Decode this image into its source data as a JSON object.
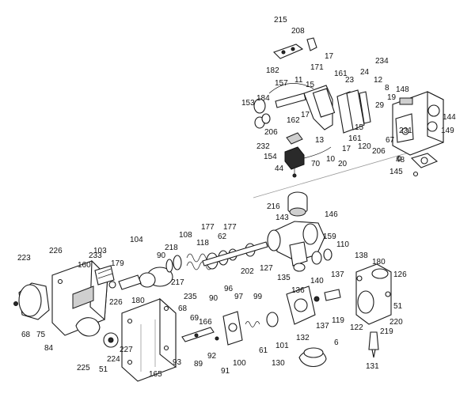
{
  "callouts": [
    "215",
    "208",
    "182",
    "17",
    "171",
    "234",
    "157",
    "11",
    "15",
    "161",
    "23",
    "24",
    "12",
    "8",
    "148",
    "184",
    "153",
    "17",
    "162",
    "19",
    "29",
    "144",
    "15",
    "206",
    "231",
    "149",
    "67",
    "232",
    "161",
    "120",
    "206",
    "154",
    "10",
    "17",
    "13",
    "48",
    "44",
    "70",
    "20",
    "145",
    "216",
    "146",
    "143",
    "177",
    "177",
    "104",
    "108",
    "62",
    "159",
    "110",
    "226",
    "103",
    "90",
    "218",
    "118",
    "223",
    "160",
    "233",
    "179",
    "202",
    "127",
    "138",
    "180",
    "135",
    "140",
    "137",
    "126",
    "217",
    "235",
    "96",
    "180",
    "226",
    "68",
    "90",
    "97",
    "99",
    "136",
    "69",
    "166",
    "51",
    "220",
    "219",
    "68",
    "75",
    "84",
    "227",
    "224",
    "225",
    "51",
    "165",
    "93",
    "89",
    "92",
    "91",
    "100",
    "61",
    "101",
    "132",
    "137",
    "119",
    "122",
    "6",
    "130",
    "131"
  ]
}
